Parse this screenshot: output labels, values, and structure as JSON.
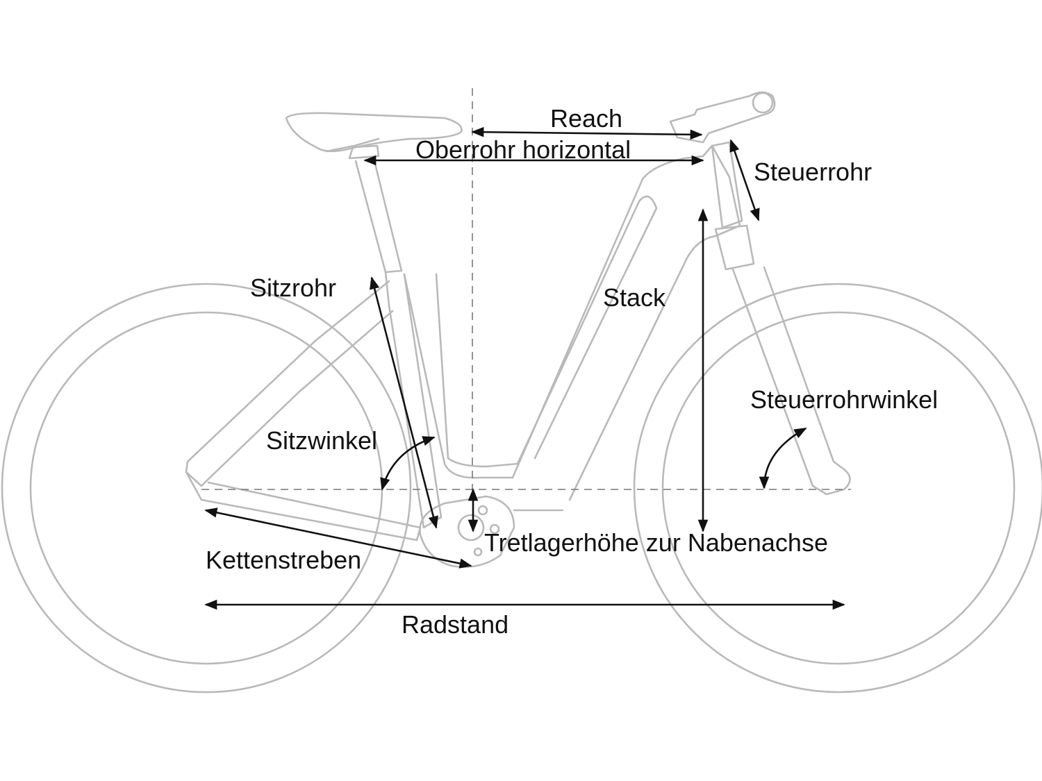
{
  "labels": {
    "reach": "Reach",
    "oberrohr": "Oberrohr horizontal",
    "steuerrohr": "Steuerrohr",
    "sitzrohr": "Sitzrohr",
    "stack": "Stack",
    "steuerrohrwinkel": "Steuerrohrwinkel",
    "sitzwinkel": "Sitzwinkel",
    "tretlager": "Tretlagerhöhe zur Nabenachse",
    "kettenstreben": "Kettenstreben",
    "radstand": "Radstand"
  },
  "colors": {
    "frame": "#b9b9b9",
    "arrows": "#111111",
    "guides": "#777777"
  }
}
